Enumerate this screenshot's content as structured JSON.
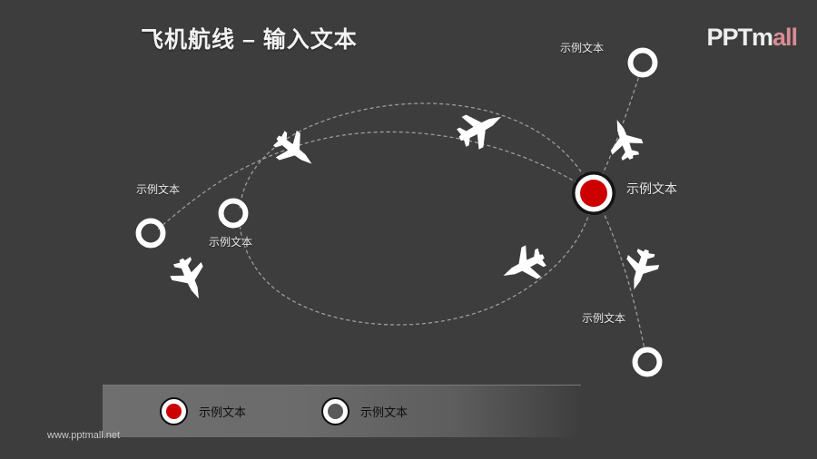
{
  "slide": {
    "background_color": "#3d3d3d",
    "title": "飞机航线 – 输入文本",
    "footer_url": "www.pptmall.net"
  },
  "logo": {
    "part_white": "PPTm",
    "part_red": "all",
    "white_color": "#eeeeee",
    "red_color": "#d98c93"
  },
  "diagram": {
    "hub_color": "#cc0000",
    "node_ring_color": "#ffffff",
    "path_color": "#9a9a9a",
    "plane_color": "#ffffff",
    "nodes": [
      {
        "id": "node-left-outer",
        "type": "ring",
        "label": "示例文本",
        "label_pos": "above"
      },
      {
        "id": "node-left-inner",
        "type": "ring",
        "label": "示例文本",
        "label_pos": "below"
      },
      {
        "id": "node-hub",
        "type": "hub",
        "label": "示例文本",
        "label_pos": "right"
      },
      {
        "id": "node-top-right",
        "type": "ring",
        "label": "示例文本",
        "label_pos": "left"
      },
      {
        "id": "node-bottom-right",
        "type": "ring",
        "label": "示例文本",
        "label_pos": "above-left"
      }
    ],
    "planes_count": 6
  },
  "legend": {
    "items": [
      {
        "marker": "red",
        "label": "示例文本"
      },
      {
        "marker": "grey",
        "label": "示例文本"
      }
    ]
  }
}
